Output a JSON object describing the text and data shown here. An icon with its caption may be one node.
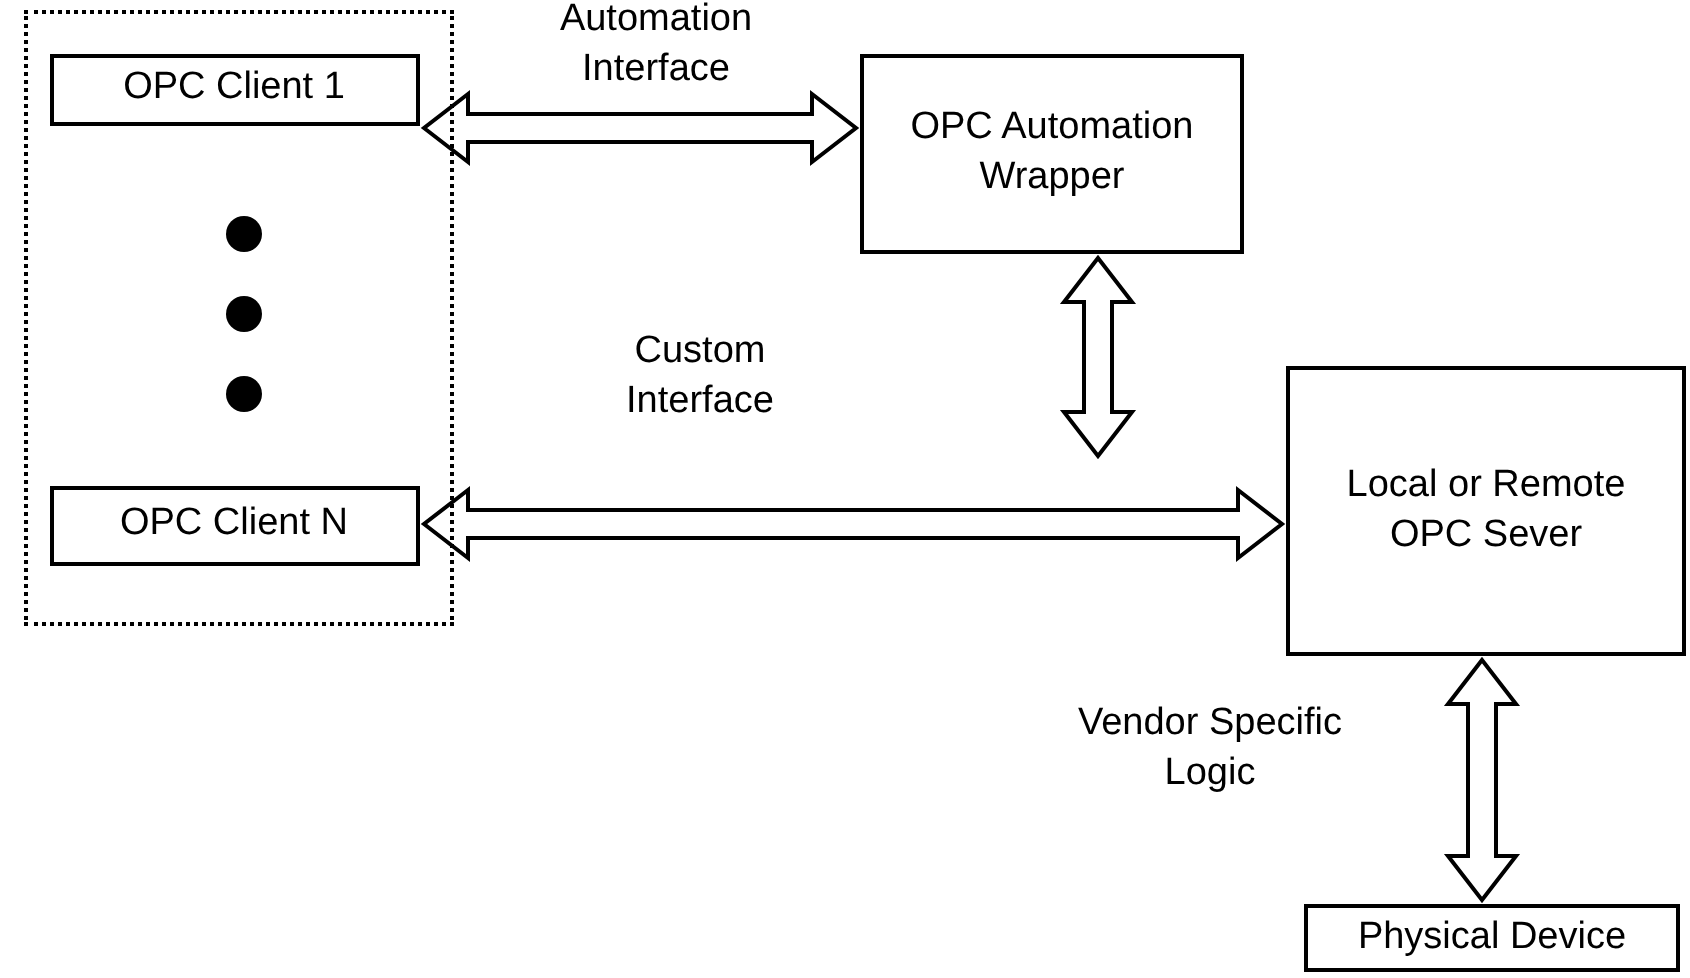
{
  "diagram": {
    "nodes": [
      {
        "text": [],
        "shape": "box"
      },
      {
        "text": [
          "OPC Client 1"
        ],
        "in": 0
      },
      {
        "text": [
          "OPC Client N"
        ],
        "in": 0
      },
      {
        "text": [
          "OPC Automation Wrapper"
        ]
      },
      {
        "text": [
          "Local or Remote OPC Sever"
        ]
      },
      {
        "text": [
          "Physical Device"
        ]
      }
    ],
    "edges": [
      {
        "from": 1,
        "to": 3,
        "arrow": "both",
        "label": "Automation Interface"
      },
      {
        "from": 2,
        "to": 4,
        "arrow": "both",
        "label": "Custom Interface"
      },
      {
        "from": 3,
        "to": 4,
        "arrow": "both"
      },
      {
        "from": 4,
        "to": 5,
        "arrow": "both",
        "label": "Vendor Specific Logic"
      }
    ]
  }
}
